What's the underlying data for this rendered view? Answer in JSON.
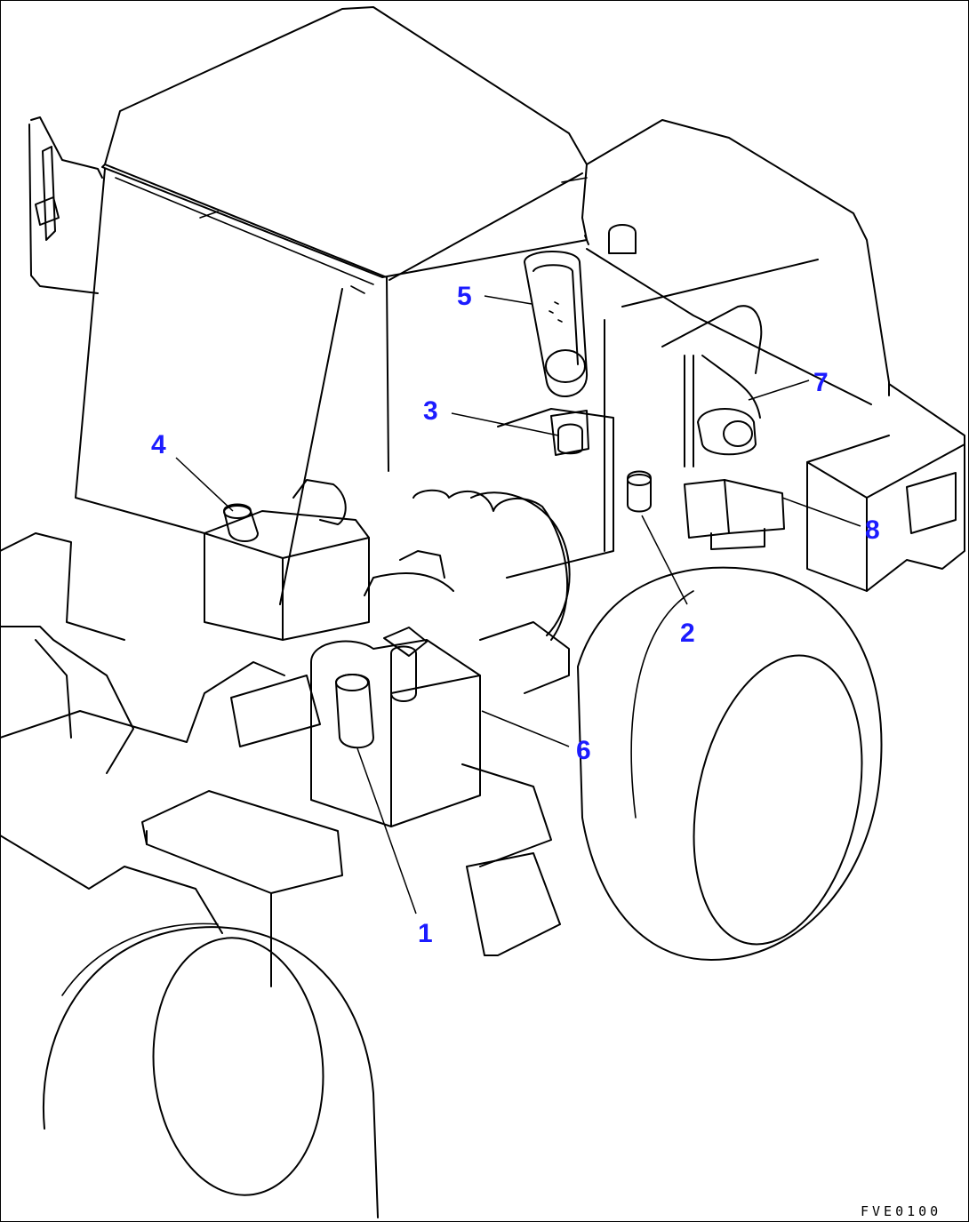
{
  "callouts": [
    {
      "id": "1",
      "label": "1"
    },
    {
      "id": "2",
      "label": "2"
    },
    {
      "id": "3",
      "label": "3"
    },
    {
      "id": "4",
      "label": "4"
    },
    {
      "id": "5",
      "label": "5"
    },
    {
      "id": "6",
      "label": "6"
    },
    {
      "id": "7",
      "label": "7"
    },
    {
      "id": "8",
      "label": "8"
    }
  ],
  "drawing_code": "FVE0100",
  "colors": {
    "callout": "#1c1cff",
    "linework": "#000000",
    "background": "#ffffff"
  }
}
